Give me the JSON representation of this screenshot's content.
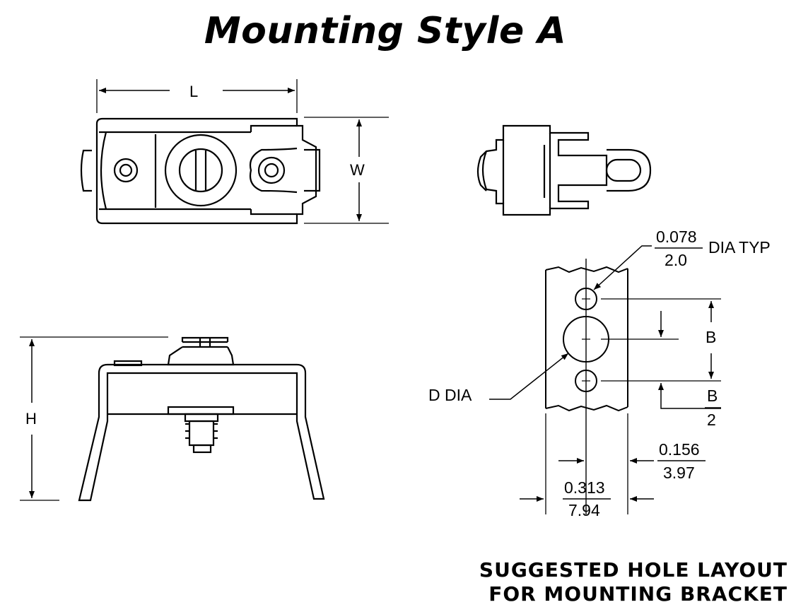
{
  "title": "Mounting Style A",
  "caption": {
    "line1": "SUGGESTED HOLE LAYOUT",
    "line2": "FOR MOUNTING BRACKET"
  },
  "top_view": {
    "length_label": "L",
    "width_label": "W"
  },
  "side_view": {
    "height_label": "H"
  },
  "hole_layout": {
    "hole_dia_in": "0.078",
    "hole_dia_mm": "2.0",
    "hole_dia_note": "DIA TYP",
    "center_dia_label": "D  DIA",
    "spacing_label": "B",
    "half_spacing_num": "B",
    "half_spacing_den": "2",
    "edge_offset_in": "0.156",
    "edge_offset_mm": "3.97",
    "width_in": "0.313",
    "width_mm": "7.94"
  }
}
